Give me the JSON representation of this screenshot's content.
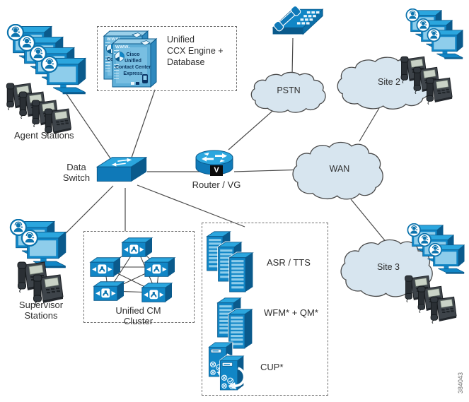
{
  "diagram": {
    "figure_number": "384043",
    "labels": {
      "agent_stations": "Agent Stations",
      "supervisor_line1": "Supervisor",
      "supervisor_line2": "Stations",
      "data_switch_line1": "Data",
      "data_switch_line2": "Switch",
      "router_vg": "Router / VG",
      "router_badge": "V",
      "pstn": "PSTN",
      "wan": "WAN",
      "site2": "Site 2",
      "site3": "Site 3",
      "cm_cluster_line1": "Unified CM",
      "cm_cluster_line2": "Cluster",
      "ccx_title_line1": "Unified",
      "ccx_title_line2": "CCX Engine +",
      "ccx_title_line3": "Database",
      "asr_tts": "ASR / TTS",
      "wfm_qm": "WFM* + QM*",
      "cup": "CUP*"
    },
    "ccx_box_text": {
      "www": "www.",
      "line1": "Cisco",
      "line2": "Unified",
      "line3": "Contact Center",
      "line4": "Express"
    },
    "colors": {
      "cisco_blue_light": "#2BA6DE",
      "cisco_blue_mid": "#1186C6",
      "cisco_blue_dark": "#0A5A8C",
      "cloud_fill": "#D7E5EF",
      "line": "#4A4A4A"
    }
  }
}
